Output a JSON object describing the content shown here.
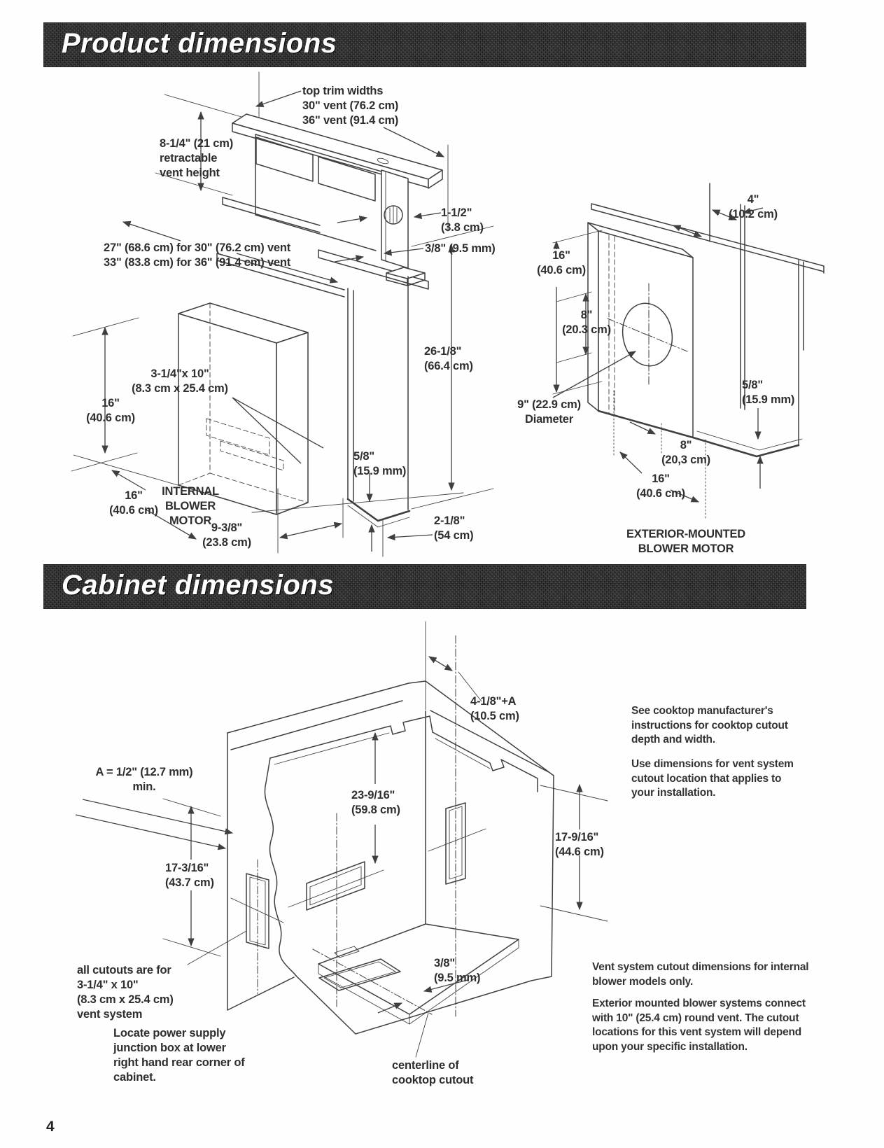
{
  "page": {
    "number": "4"
  },
  "colors": {
    "paper": "#fefefe",
    "ink": "#3f3f3f",
    "header_bg": "#343434",
    "header_text": "#ffffff"
  },
  "headers": {
    "product": "Product dimensions",
    "cabinet": "Cabinet dimensions"
  },
  "product": {
    "labels": [
      "top trim widths\n30\" vent (76.2 cm)\n36\" vent (91.4 cm)",
      "8-1/4\" (21 cm)\nretractable\nvent height",
      "1-1/2\"\n(3.8 cm)",
      "27\" (68.6 cm) for 30\" (76.2 cm) vent\n33\" (83.8 cm) for 36\" (91.4 cm) vent",
      "3/8\" (9.5 mm)",
      "3-1/4\"x 10\"\n(8.3 cm x 25.4 cm)",
      "16\"\n(40.6 cm)",
      "26-1/8\"\n(66.4 cm)",
      "5/8\"\n(15.9 mm)",
      "16\"\n(40.6 cm)",
      "INTERNAL\nBLOWER\nMOTOR",
      "9-3/8\"\n(23.8 cm)",
      "2-1/8\"\n(54 cm)",
      "4\"\n(10.2 cm)",
      "16\"\n(40.6 cm)",
      "8\"\n(20.3 cm)",
      "9\" (22.9 cm)\nDiameter",
      "5/8\"\n(15.9 mm)",
      "8\"\n(20,3 cm)",
      "16\"\n(40.6 cm)",
      "EXTERIOR-MOUNTED\nBLOWER MOTOR"
    ]
  },
  "cabinet": {
    "labels": [
      "A = 1/2\" (12.7 mm)\nmin.",
      "4-1/8\"+A\n(10.5 cm)",
      "23-9/16\"\n(59.8 cm)",
      "17-3/16\"\n(43.7 cm)",
      "17-9/16\"\n(44.6 cm)",
      "all cutouts are for\n3-1/4\" x 10\"\n(8.3 cm x 25.4 cm)\nvent system",
      "Locate power supply\njunction box at lower\nright hand rear corner of\ncabinet.",
      "3/8\"\n(9.5 mm)",
      "centerline of\ncooktop cutout"
    ],
    "notes": [
      "See cooktop manufacturer's\ninstructions for cooktop cutout\ndepth and width.",
      "Use dimensions for vent system\ncutout location that applies to\nyour installation.",
      "Vent system cutout dimensions for internal\nblower models only.",
      "Exterior mounted blower systems connect\nwith 10\" (25.4 cm) round vent. The cutout\nlocations for this vent system will depend\nupon your specific installation."
    ]
  }
}
